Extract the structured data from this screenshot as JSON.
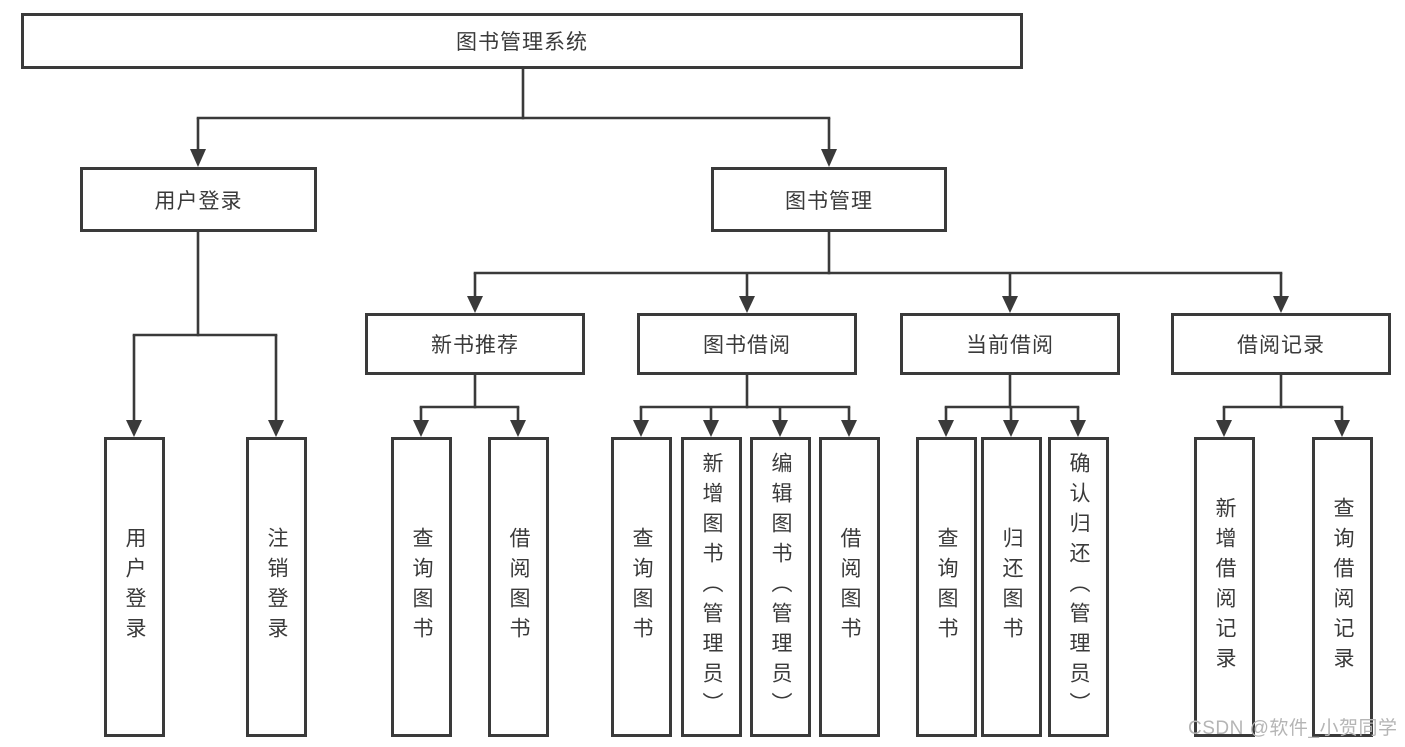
{
  "diagram": {
    "root": {
      "label": "图书管理系统"
    },
    "level1": [
      {
        "label": "用户登录",
        "parent": "图书管理系统"
      },
      {
        "label": "图书管理",
        "parent": "图书管理系统"
      }
    ],
    "level2": [
      {
        "label": "新书推荐",
        "parent": "图书管理"
      },
      {
        "label": "图书借阅",
        "parent": "图书管理"
      },
      {
        "label": "当前借阅",
        "parent": "图书管理"
      },
      {
        "label": "借阅记录",
        "parent": "图书管理"
      }
    ],
    "leaves": [
      {
        "label": "用户登录",
        "parent": "用户登录"
      },
      {
        "label": "注销登录",
        "parent": "用户登录"
      },
      {
        "label": "查询图书",
        "parent": "新书推荐"
      },
      {
        "label": "借阅图书",
        "parent": "新书推荐"
      },
      {
        "label": "查询图书",
        "parent": "图书借阅"
      },
      {
        "label": "新增图书（管理员）",
        "parent": "图书借阅"
      },
      {
        "label": "编辑图书（管理员）",
        "parent": "图书借阅"
      },
      {
        "label": "借阅图书",
        "parent": "图书借阅"
      },
      {
        "label": "查询图书",
        "parent": "当前借阅"
      },
      {
        "label": "归还图书",
        "parent": "当前借阅"
      },
      {
        "label": "确认归还（管理员）",
        "parent": "当前借阅"
      },
      {
        "label": "新增借阅记录",
        "parent": "借阅记录"
      },
      {
        "label": "查询借阅记录",
        "parent": "借阅记录"
      }
    ],
    "watermark": "CSDN @软件_小贺同学",
    "colors": {
      "line": "#3a3a3a",
      "text": "#3a3a3a",
      "background": "#ffffff",
      "watermark": "#b5b5b5"
    }
  }
}
